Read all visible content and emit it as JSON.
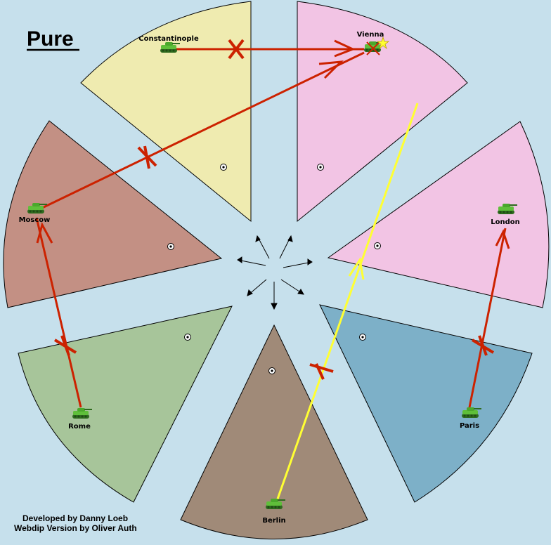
{
  "map": {
    "title": "Pure",
    "credits": {
      "line1": "Developed by Danny Loeb",
      "line2": "Webdip Version by Oliver Auth"
    }
  },
  "territories": [
    {
      "id": "constantinople",
      "label": "Constantinople",
      "color": "#efebb0"
    },
    {
      "id": "vienna",
      "label": "Vienna",
      "color": "#f2c4e4"
    },
    {
      "id": "london",
      "label": "London",
      "color": "#f2c4e4"
    },
    {
      "id": "paris",
      "label": "Paris",
      "color": "#7db0c8"
    },
    {
      "id": "berlin",
      "label": "Berlin",
      "color": "#a08a78"
    },
    {
      "id": "rome",
      "label": "Rome",
      "color": "#a7c59a"
    },
    {
      "id": "moscow",
      "label": "Moscow",
      "color": "#c39084"
    }
  ],
  "units": [
    {
      "id": "unit-constantinople",
      "type": "army",
      "icon": "tank-icon"
    },
    {
      "id": "unit-vienna",
      "type": "army",
      "icon": "tank-icon",
      "dislodged": true
    },
    {
      "id": "unit-london",
      "type": "army",
      "icon": "tank-icon"
    },
    {
      "id": "unit-paris",
      "type": "army",
      "icon": "tank-icon"
    },
    {
      "id": "unit-berlin",
      "type": "army",
      "icon": "tank-icon"
    },
    {
      "id": "unit-rome",
      "type": "army",
      "icon": "tank-icon"
    },
    {
      "id": "unit-moscow",
      "type": "army",
      "icon": "tank-icon"
    }
  ],
  "orders": [
    {
      "from": "Constantinople",
      "to": "Vienna",
      "type": "move",
      "result": "failed"
    },
    {
      "from": "Moscow",
      "to": "Vienna",
      "type": "move",
      "result": "failed"
    },
    {
      "from": "Rome",
      "to": "Moscow",
      "type": "move",
      "result": "failed"
    },
    {
      "from": "Paris",
      "to": "London",
      "type": "move",
      "result": "failed"
    },
    {
      "from": "Berlin",
      "to": "Vienna",
      "type": "move",
      "result": "success"
    }
  ],
  "colors": {
    "sea": "#c6e0ec",
    "order_failed": "#cc2200",
    "order_success": "#ffff33",
    "unit": "#2e8b2e"
  }
}
